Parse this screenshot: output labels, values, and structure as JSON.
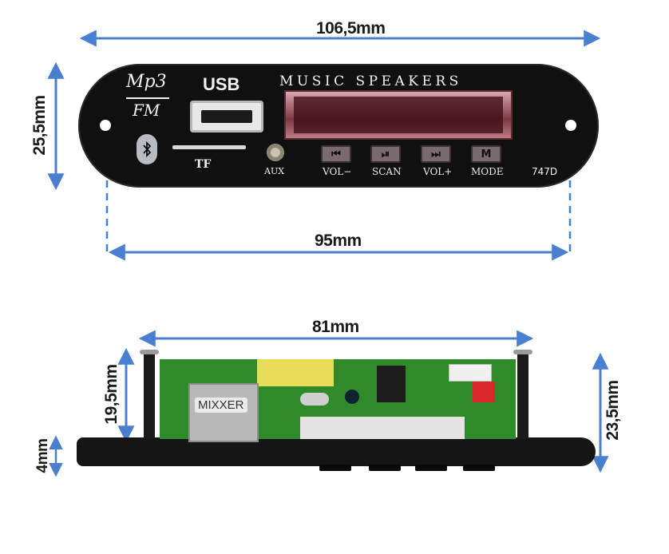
{
  "dimensions": {
    "top_width": "106,5mm",
    "top_height": "25,5mm",
    "hole_spacing": "95mm",
    "board_width": "81mm",
    "board_height": "19,5mm",
    "total_height": "23,5mm",
    "panel_thickness": "4mm"
  },
  "panel": {
    "logo_top": "Mp3",
    "logo_bottom": "FM",
    "usb_label": "USB",
    "brand": "MUSIC SPEAKERS",
    "tf_label": "TF",
    "aux_label": "AUX",
    "model": "747D",
    "buttons": [
      {
        "icon": "⏮",
        "label": "VOL−"
      },
      {
        "icon": "⏯",
        "label": "SCAN"
      },
      {
        "icon": "⏭",
        "label": "VOL+"
      },
      {
        "icon": "M",
        "label": "MODE"
      }
    ]
  },
  "board": {
    "watermark": "MIXXER"
  },
  "colors": {
    "arrow": "#4a7fd0",
    "panel": "#101010",
    "display": "#c07a84",
    "pcb": "#2f8a2a",
    "bluetooth": "#b8bcc2"
  }
}
